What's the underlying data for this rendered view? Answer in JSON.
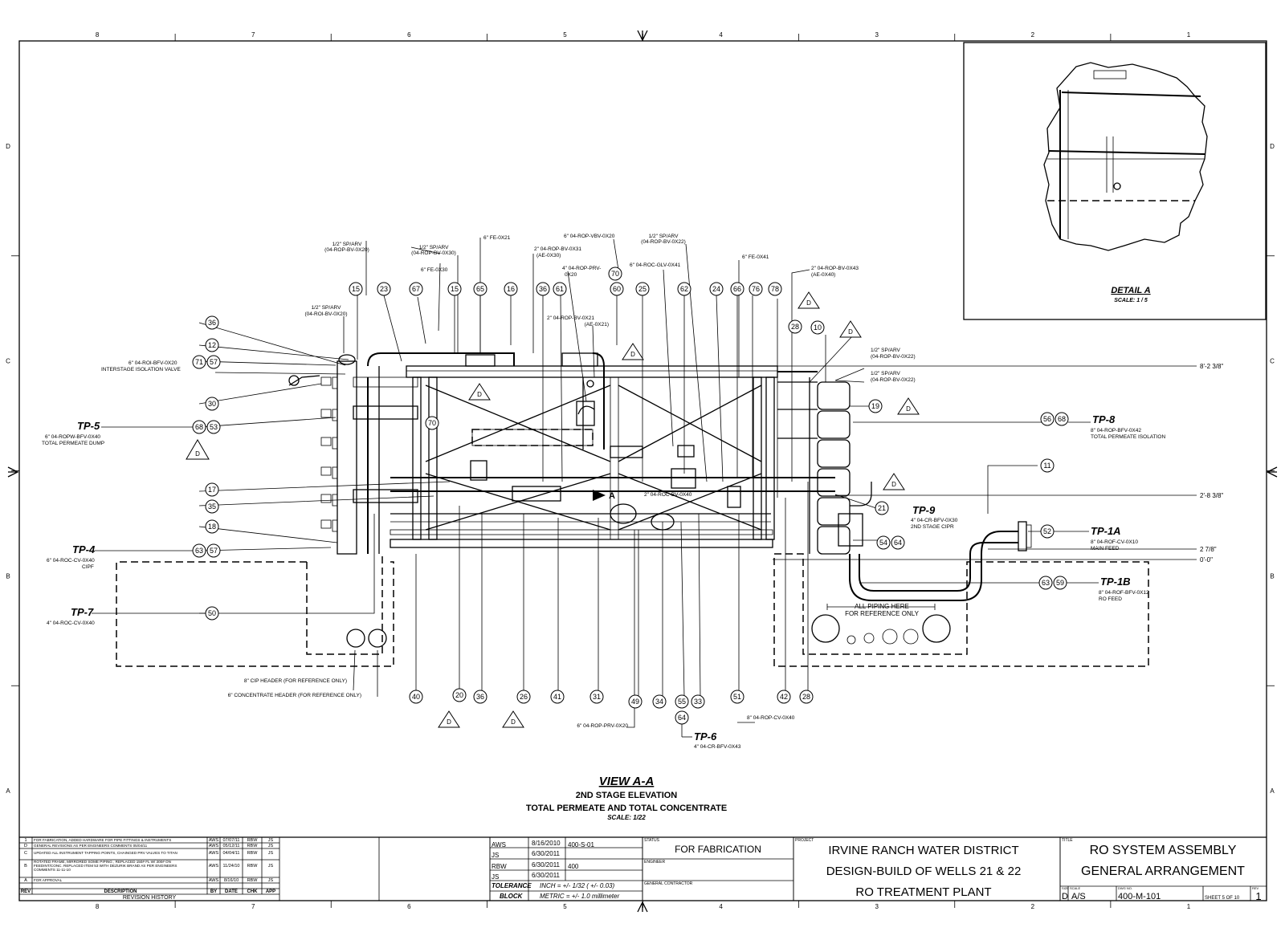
{
  "border": {
    "col_marks": [
      "8",
      "7",
      "6",
      "5",
      "4",
      "3",
      "2",
      "1"
    ],
    "row_marks": [
      "D",
      "C",
      "B",
      "A"
    ]
  },
  "detail": {
    "title": "DETAIL A",
    "scale": "SCALE: 1 / 5"
  },
  "view": {
    "title": "VIEW A-A",
    "subtitle1": "2ND STAGE ELEVATION",
    "subtitle2": "TOTAL PERMEATE AND TOTAL CONCENTRATE",
    "scale": "SCALE: 1/22",
    "section_label": "A",
    "piping_note_line1": "ALL PIPING HERE",
    "piping_note_line2": "FOR REFERENCE ONLY"
  },
  "elevations": {
    "e1": "8'-2 3/8\"",
    "e2": "2'-8 3/8\"",
    "e3": "2 7/8\"",
    "e4": "0'-0\""
  },
  "test_points": {
    "tp5": {
      "name": "TP-5",
      "line1": "6\" 04-ROPW-BFV-0X40",
      "line2": "TOTAL PERMEATE DUMP"
    },
    "tp4": {
      "name": "TP-4",
      "line1": "6\" 04-ROC-CV-0X40",
      "line2": "CIPF"
    },
    "tp7": {
      "name": "TP-7",
      "line1": "4\" 04-ROC-CV-0X40"
    },
    "tp8": {
      "name": "TP-8",
      "line1": "8\" 04-ROP-BFV-0X42",
      "line2": "TOTAL PERMEATE ISOLATION"
    },
    "tp9": {
      "name": "TP-9",
      "line1": "4\" 04-CR-BFV-0X30",
      "line2": "2ND STAGE CIPR"
    },
    "tp1a": {
      "name": "TP-1A",
      "line1": "8\" 04-ROF-CV-0X10",
      "line2": "MAIN FEED"
    },
    "tp1b": {
      "name": "TP-1B",
      "line1": "8\" 04-ROF-BFV-0X12",
      "line2": "RO FEED"
    },
    "tp6": {
      "name": "TP-6",
      "line1": "4\" 04-CR-BFV-0X43"
    }
  },
  "callouts": {
    "c1a": "1/2\" SP/ARV",
    "c1b": "(04-ROP-BV-0X20)",
    "c2a": "1/2\" SP/ARV",
    "c2b": "(04-ROP-BV-0X30)",
    "c3": "6\" FE-0X21",
    "c4": "6\" FE-0X30",
    "c5a": "2\" 04-ROP-BV-0X31",
    "c5b": "(AE-0X30)",
    "c6a": "4\" 04-ROP-PRV-",
    "c6b": "0X20",
    "c7": "6\" 04-ROP-VBV-0X20",
    "c8a": "1/2\" SP/ARV",
    "c8b": "(04-ROP-BV-0X22)",
    "c9": "6\" 04-ROC-GLV-0X41",
    "c10": "6\" FE-0X41",
    "c11a": "2\" 04-ROP-BV-0X43",
    "c11b": "(AE-0X40)",
    "c12a": "2\" 04-ROP-BV-0X21",
    "c12b": "(AE-0X21)",
    "c13a": "1/2\" SP/ARV",
    "c13b": "(04-ROI-BV-0X20)",
    "c14a": "6\" 04-ROI-BFV-0X20",
    "c14b": "INTERSTAGE ISOLATION VALVE",
    "c15a": "1/2\" SP/ARV",
    "c15b": "(04-ROP-BV-0X22)",
    "c16a": "1/2\" SP/ARV",
    "c16b": "(04-ROP-BV-0X22)",
    "c17": "2\" 04-ROC-BV-0X40",
    "c18": "8\" CIP HEADER (FOR REFERENCE ONLY)",
    "c19": "6\" CONCENTRATE HEADER (FOR REFERENCE ONLY)",
    "c20": "6\" 04-ROP-PRV-0X20",
    "c21": "8\" 04-ROP-CV-0X40"
  },
  "bubbles": {
    "top": [
      "15",
      "23",
      "67",
      "15",
      "65",
      "16",
      "36",
      "61",
      "60",
      "25",
      "62",
      "24",
      "66",
      "76",
      "78"
    ],
    "left": [
      "36",
      "12",
      "71",
      "57",
      "30",
      "68",
      "53",
      "17",
      "35",
      "18",
      "63",
      "57",
      "50"
    ],
    "bottom": [
      "40",
      "20",
      "36",
      "26",
      "41",
      "31",
      "49",
      "34",
      "55",
      "33",
      "64",
      "51",
      "42",
      "28"
    ],
    "right": [
      "28",
      "10",
      "19",
      "56",
      "68",
      "11",
      "21",
      "52",
      "54",
      "64",
      "63",
      "59",
      "70"
    ],
    "rev_d": "D"
  },
  "title_block": {
    "revisions": [
      {
        "rev": "1",
        "desc": "FOR FABRICATION, ADDED HARDWARE FOR PIPE FITTINGS & INSTRUMENTS",
        "by": "AWS",
        "date": "07/07/11",
        "chk": "RBW",
        "app": "JS"
      },
      {
        "rev": "D",
        "desc": "GENERAL REVISIONS AS PER ENGINEERS COMMENTS 05/04/11",
        "by": "AWS",
        "date": "05/12/11",
        "chk": "RBW",
        "app": "JS"
      },
      {
        "rev": "C",
        "desc": "UPDATED ALL INSTRUMENT TAPPING POINTS, CHAINGED PRV VALVES TO TITAN",
        "by": "AWS",
        "date": "04/04/11",
        "chk": "RBW",
        "app": "JS"
      },
      {
        "rev": "B",
        "desc": "ROTATED FRAME, MIRRORED SOME PIPING , REPLACED 150# FL W/ 300# ON FEEDINT/CONC. REPLACED ITEM 53 WITH DEZURIK BRAND AS PER ENGINEERS COMMENTS 11-11-10",
        "by": "AWS",
        "date": "11/24/10",
        "chk": "RBW",
        "app": "JS"
      },
      {
        "rev": "A",
        "desc": "FOR APPROVAL",
        "by": "AWS",
        "date": "8/16/10",
        "chk": "RBW",
        "app": "JS"
      }
    ],
    "rev_headers": {
      "rev": "REV",
      "desc": "DESCRIPTION",
      "by": "BY",
      "date": "DATE",
      "chk": "CHK",
      "app": "APP"
    },
    "rev_history": "REVISION HISTORY",
    "drawn_by": "AWS",
    "drawn_date": "8/16/2010",
    "file_ref": "400-S-01",
    "checked_by": "JS",
    "checked_date": "6/30/2011",
    "job_no": "400",
    "approved_by": "RBW",
    "approved_date": "6/30/2011",
    "approved2_by": "JS",
    "approved2_date": "6/30/2011",
    "tolerance": "TOLERANCE",
    "block": "BLOCK",
    "inch_tol": "INCH = +/- 1/32 ( +/- 0.03)",
    "metric_tol": "METRIC = +/- 1.0 millimeter",
    "status": "FOR FABRICATION",
    "status_label": "STATUS",
    "engineer_label": "ENGINEER",
    "contractor_label": "GENERAL CONTRACTOR",
    "project_label": "PROJECT",
    "title_label": "TITLE",
    "project_line1": "IRVINE RANCH WATER DISTRICT",
    "project_line2": "DESIGN-BUILD OF WELLS 21 & 22",
    "project_line3": "RO TREATMENT PLANT",
    "title_line1": "RO SYSTEM ASSEMBLY",
    "title_line2": "GENERAL ARRANGEMENT",
    "size": "D",
    "scale": "A/S",
    "dwg_no": "400-M-101",
    "sheet": "SHEET 5 OF 10",
    "rev": "1",
    "size_label": "SIZE",
    "scale_label": "SCALE",
    "dwg_label": "DWG NO.",
    "rev_label": "REV"
  }
}
